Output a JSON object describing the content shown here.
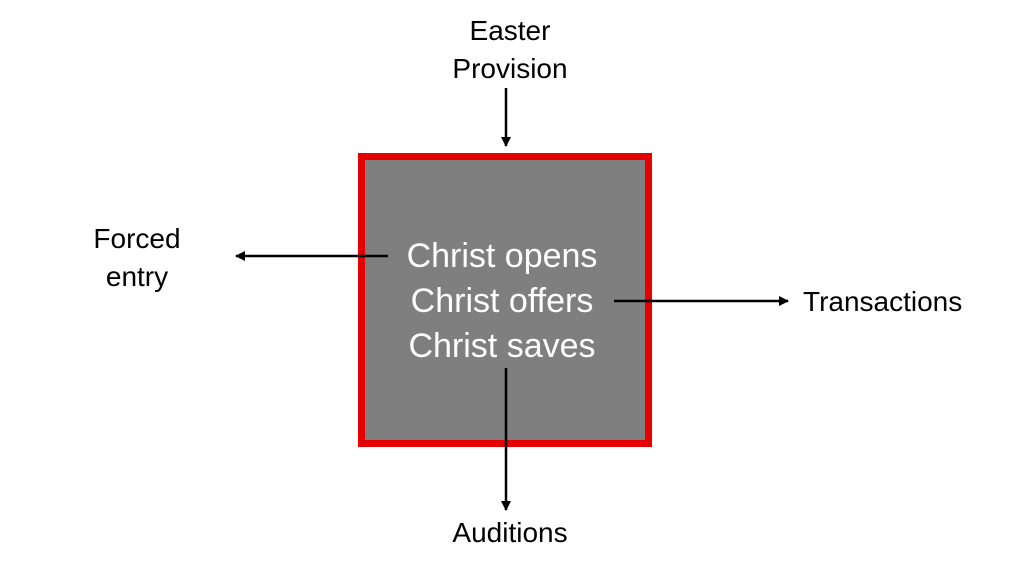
{
  "box": {
    "lines": [
      "Christ opens",
      "Christ offers",
      "Christ saves"
    ],
    "fill_color": "#7f7f7f",
    "border_color": "#e60000",
    "text_color": "#ffffff"
  },
  "labels": {
    "top": [
      "Easter",
      "Provision"
    ],
    "left": [
      "Forced",
      "entry"
    ],
    "right": "Transactions",
    "bottom": "Auditions"
  },
  "arrows": [
    {
      "from": "Easter Provision",
      "to": "box"
    },
    {
      "from": "Christ opens",
      "to": "Forced entry"
    },
    {
      "from": "Christ offers",
      "to": "Transactions"
    },
    {
      "from": "Christ saves",
      "to": "Auditions"
    }
  ]
}
